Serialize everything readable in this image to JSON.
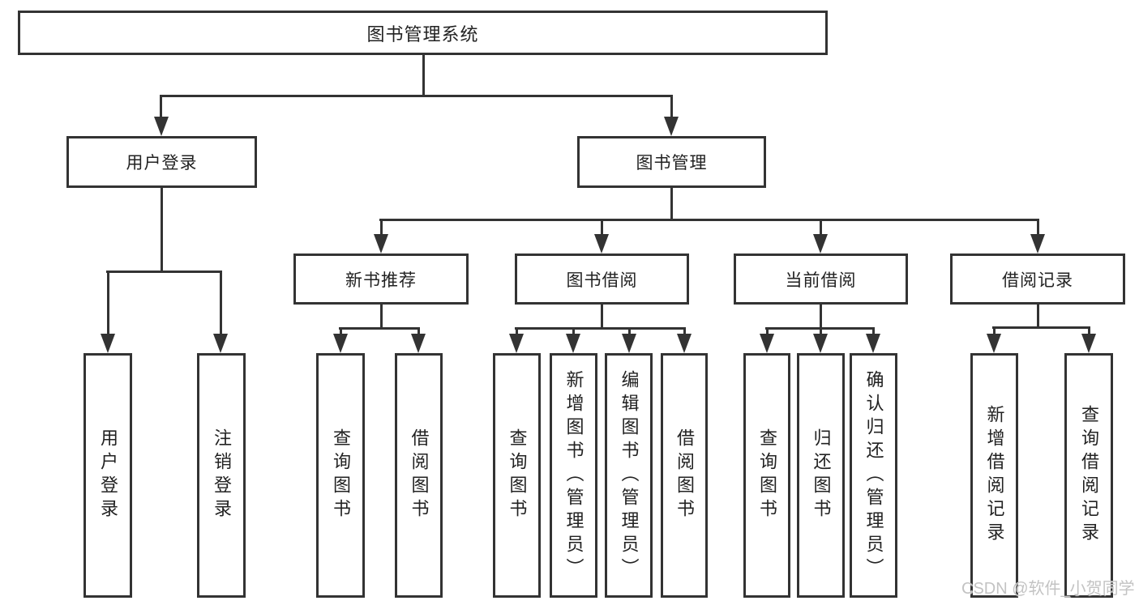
{
  "tree": {
    "root": "图书管理系统",
    "branches": [
      {
        "label": "用户登录",
        "children": [
          "用户登录",
          "注销登录"
        ]
      },
      {
        "label": "图书管理",
        "sections": [
          {
            "label": "新书推荐",
            "children": [
              "查询图书",
              "借阅图书"
            ]
          },
          {
            "label": "图书借阅",
            "children": [
              "查询图书",
              "新增图书（管理员）",
              "编辑图书（管理员）",
              "借阅图书"
            ]
          },
          {
            "label": "当前借阅",
            "children": [
              "查询图书",
              "归还图书",
              "确认归还（管理员）"
            ]
          },
          {
            "label": "借阅记录",
            "children": [
              "新增借阅记录",
              "查询借阅记录"
            ]
          }
        ]
      }
    ]
  },
  "watermark": "CSDN @软件_小贺同学",
  "colors": {
    "line": "#333333",
    "text": "#222222",
    "watermark": "#c3c3c3",
    "background": "#ffffff"
  }
}
